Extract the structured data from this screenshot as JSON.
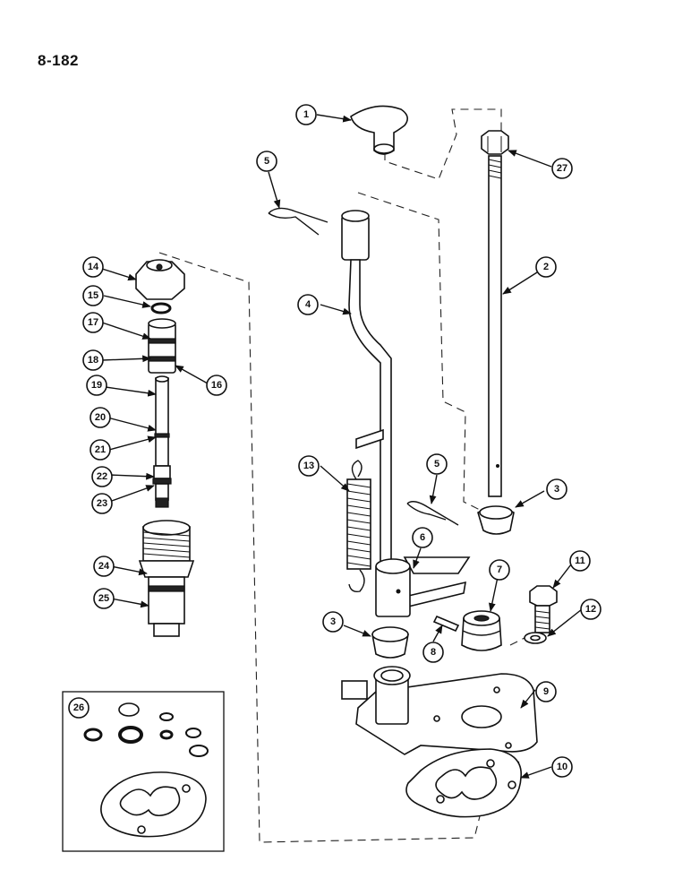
{
  "page_number": "8-182",
  "callouts": {
    "c1": "1",
    "c2": "2",
    "c3a": "3",
    "c3b": "3",
    "c4": "4",
    "c5a": "5",
    "c5b": "5",
    "c6": "6",
    "c7": "7",
    "c8": "8",
    "c9": "9",
    "c10": "10",
    "c11": "11",
    "c12": "12",
    "c13": "13",
    "c14": "14",
    "c15": "15",
    "c16": "16",
    "c17": "17",
    "c18": "18",
    "c19": "19",
    "c20": "20",
    "c21": "21",
    "c22": "22",
    "c23": "23",
    "c24": "24",
    "c25": "25",
    "c26": "26",
    "c27": "27"
  }
}
